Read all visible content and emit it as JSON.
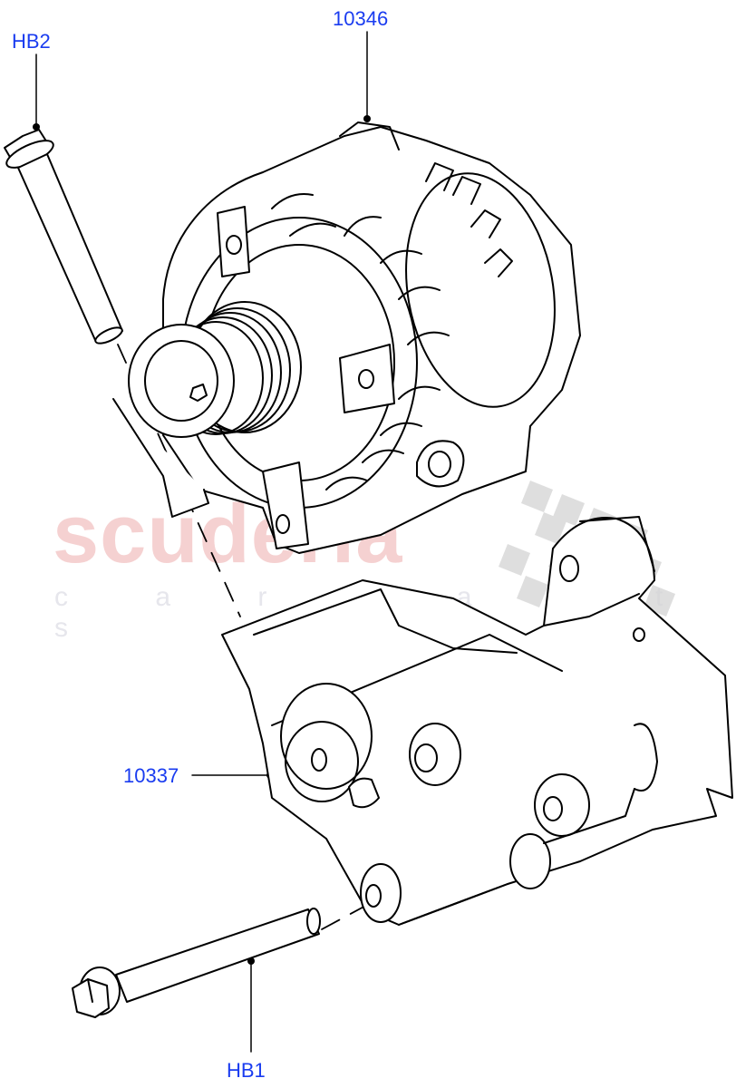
{
  "watermark": {
    "brand": "scuderia",
    "tagline": "c a r  p a r t s",
    "brand_color": "#f4c9c9",
    "flag_color": "#cfcfcf"
  },
  "callouts": [
    {
      "id": "HB2",
      "label": "HB2",
      "part": "alternator mounting bolt (upper)",
      "color": "#1a3cf0"
    },
    {
      "id": "10346",
      "label": "10346",
      "part": "alternator",
      "color": "#1a3cf0"
    },
    {
      "id": "10337",
      "label": "10337",
      "part": "alternator mounting bracket",
      "color": "#1a3cf0"
    },
    {
      "id": "HB1",
      "label": "HB1",
      "part": "alternator mounting bolt (lower)",
      "color": "#1a3cf0"
    }
  ]
}
